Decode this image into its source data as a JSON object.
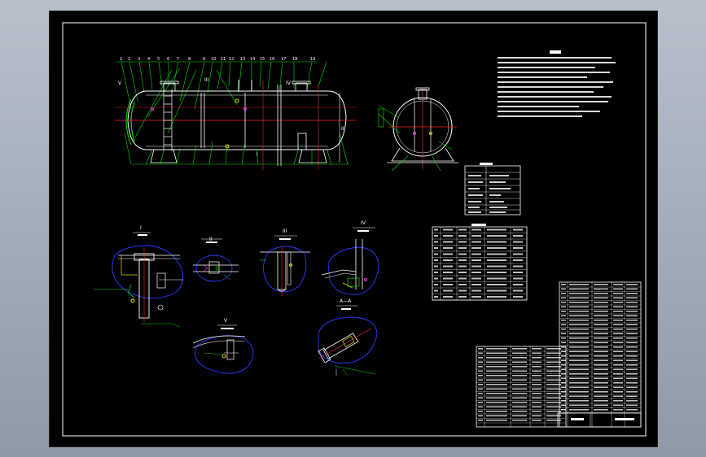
{
  "drawing": {
    "section_labels": {
      "I": "I",
      "II": "II",
      "III": "III",
      "IV": "IV",
      "V": "V",
      "AA": "A—A"
    },
    "colors": {
      "background": "#000000",
      "frame": "#ffffff",
      "leader": "#00e000",
      "centerline": "#ff2020",
      "detail_circle": "#2a3cff",
      "weld": "#e0e000",
      "highlight": "#ff30ff"
    }
  }
}
